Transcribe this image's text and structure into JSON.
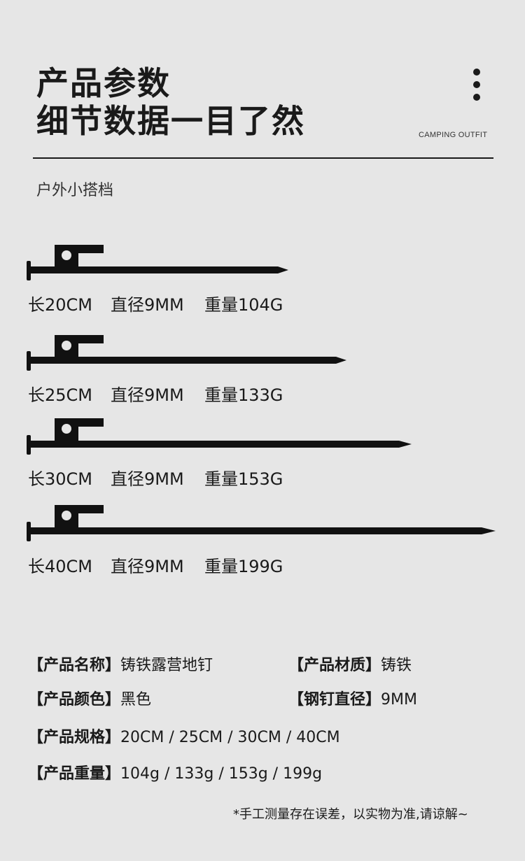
{
  "header": {
    "title_line1": "产品参数",
    "title_line2": "细节数据一目了然",
    "brand_tag": "CAMPING OUTFIT",
    "subtitle": "户外小搭档"
  },
  "stakes": [
    {
      "length": "长20CM",
      "diameter": "直径9MM",
      "weight": "重量104G"
    },
    {
      "length": "长25CM",
      "diameter": "直径9MM",
      "weight": "重量133G"
    },
    {
      "length": "长30CM",
      "diameter": "直径9MM",
      "weight": "重量153G"
    },
    {
      "length": "长40CM",
      "diameter": "直径9MM",
      "weight": "重量199G"
    }
  ],
  "specs": {
    "name_key": "【产品名称】",
    "name_val": "铸铁露营地钉",
    "material_key": "【产品材质】",
    "material_val": "铸铁",
    "color_key": "【产品颜色】",
    "color_val": "黑色",
    "diameter_key": "【钢钉直径】",
    "diameter_val": "9MM",
    "size_key": "【产品规格】",
    "size_val": "20CM / 25CM / 30CM / 40CM",
    "weight_key": "【产品重量】",
    "weight_val": "104g / 133g / 153g / 199g"
  },
  "note": "*手工测量存在误差，以实物为准,请谅解~",
  "colors": {
    "background": "#e6e6e6",
    "ink": "#1a1a1a"
  }
}
